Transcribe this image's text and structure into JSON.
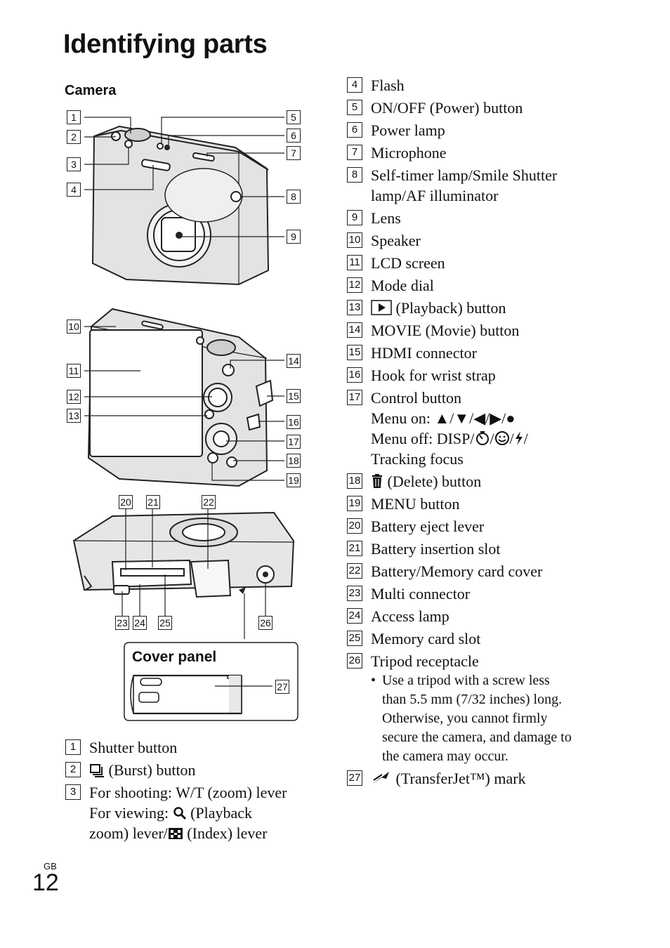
{
  "page": {
    "title": "Identifying parts",
    "section": "Camera",
    "cover_panel": "Cover panel",
    "gb": "GB",
    "number": "12"
  },
  "callouts": [
    "1",
    "2",
    "3",
    "4",
    "5",
    "6",
    "7",
    "8",
    "9",
    "10",
    "11",
    "12",
    "13",
    "14",
    "15",
    "16",
    "17",
    "18",
    "19",
    "20",
    "21",
    "22",
    "23",
    "24",
    "25",
    "26",
    "27"
  ],
  "left_items": [
    {
      "num": "1",
      "text": "Shutter button"
    },
    {
      "num": "2",
      "icon": "burst-icon",
      "text": " (Burst) button"
    },
    {
      "num": "3",
      "lines": [
        "For shooting: W/T (zoom) lever",
        "For viewing: ",
        " (Playback",
        "zoom) lever/",
        " (Index) lever"
      ]
    }
  ],
  "right_items": [
    {
      "num": "4",
      "text": "Flash"
    },
    {
      "num": "5",
      "text": "ON/OFF (Power) button"
    },
    {
      "num": "6",
      "text": "Power lamp"
    },
    {
      "num": "7",
      "text": "Microphone"
    },
    {
      "num": "8",
      "text": "Self-timer lamp/Smile Shutter",
      "text2": "lamp/AF illuminator"
    },
    {
      "num": "9",
      "text": "Lens"
    },
    {
      "num": "10",
      "text": "Speaker"
    },
    {
      "num": "11",
      "text": "LCD screen"
    },
    {
      "num": "12",
      "text": "Mode dial"
    },
    {
      "num": "13",
      "icon": "playback-icon",
      "text": " (Playback) button"
    },
    {
      "num": "14",
      "text": "MOVIE (Movie) button"
    },
    {
      "num": "15",
      "text": "HDMI connector"
    },
    {
      "num": "16",
      "text": "Hook for wrist strap"
    },
    {
      "num": "17",
      "text": "Control button",
      "text2": "Menu on: ▲/▼/◀/▶/●",
      "text3": "Menu off: DISP/",
      "text3b": "/",
      "text3c": "/",
      "text3d": "/",
      "text4": "Tracking focus"
    },
    {
      "num": "18",
      "icon": "trash-icon",
      "text": " (Delete) button"
    },
    {
      "num": "19",
      "text": "MENU button"
    },
    {
      "num": "20",
      "text": "Battery eject lever"
    },
    {
      "num": "21",
      "text": "Battery insertion slot"
    },
    {
      "num": "22",
      "text": "Battery/Memory card cover"
    },
    {
      "num": "23",
      "text": "Multi connector"
    },
    {
      "num": "24",
      "text": "Access lamp"
    },
    {
      "num": "25",
      "text": "Memory card slot"
    },
    {
      "num": "26",
      "text": "Tripod receptacle"
    },
    {
      "num": "27",
      "icon": "transferjet-icon",
      "text": "(TransferJet™) mark"
    }
  ],
  "tripod_note": [
    "Use a tripod with a screw less",
    "than 5.5 mm (7/32 inches) long.",
    "Otherwise, you cannot firmly",
    "secure the camera, and damage to",
    "the camera may occur."
  ]
}
